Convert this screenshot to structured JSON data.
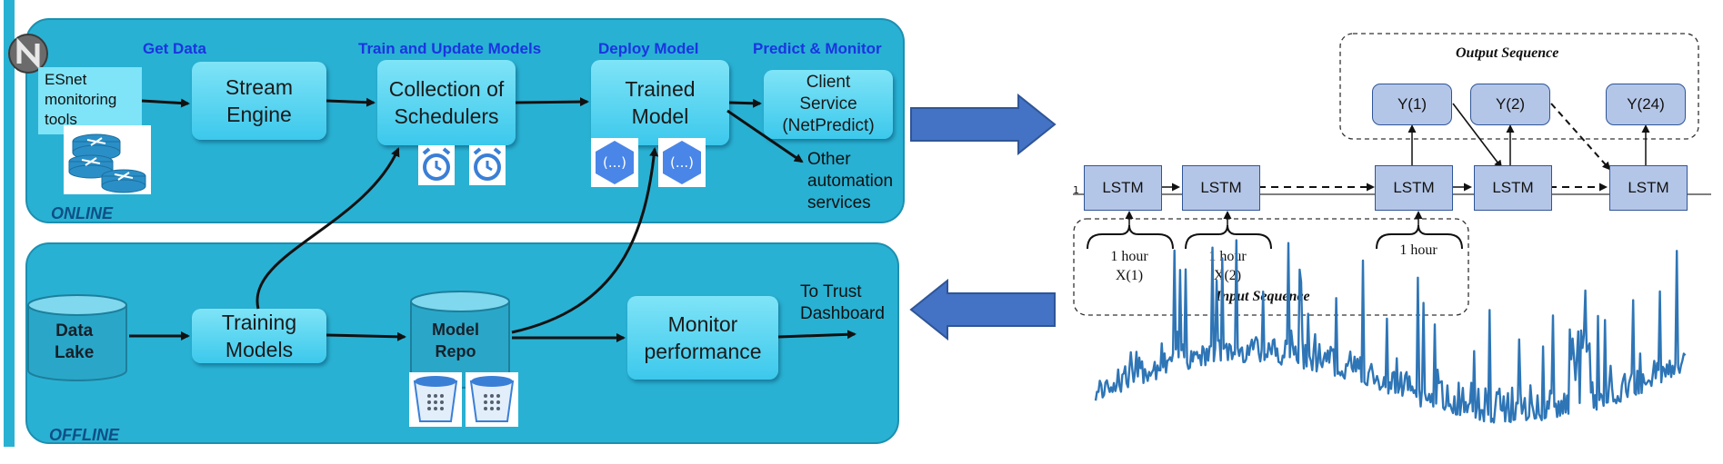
{
  "pipeline": {
    "online_label": "ONLINE",
    "offline_label": "OFFLINE",
    "stages": {
      "get_data": "Get Data",
      "train_update": "Train and Update Models",
      "deploy": "Deploy Model",
      "predict_monitor": "Predict & Monitor"
    },
    "nodes": {
      "esnet": "ESnet\nmonitoring\ntools",
      "stream_engine": "Stream\nEngine",
      "schedulers": "Collection of\nSchedulers",
      "trained_model": "Trained\nModel",
      "client_service": "Client\nService\n(NetPredict)",
      "data_lake": "Data\nLake",
      "training_models": "Training\nModels",
      "model_repo": "Model\nRepo",
      "monitor_performance": "Monitor\nperformance"
    },
    "other_automation": "Other\nautomation\nservices",
    "trust_dashboard": "To Trust\nDashboard",
    "cloud_function_glyph": "(...)"
  },
  "lstm_diagram": {
    "output_sequence_label": "Output Sequence",
    "input_sequence_label": "Input Sequence",
    "outputs": [
      "Y(1)",
      "Y(2)",
      "Y(24)"
    ],
    "cells": [
      "LSTM",
      "LSTM",
      "LSTM",
      "LSTM",
      "LSTM"
    ],
    "inputs": [
      {
        "duration": "1 hour",
        "x": "X(1)"
      },
      {
        "duration": "1 hour",
        "x": "X(2)"
      },
      {
        "duration": "1 hour",
        "x": ""
      }
    ]
  },
  "colors": {
    "panel": "#29b1d3",
    "node": "#5fd6f2",
    "stage_text": "#1a35e0",
    "panel_label": "#0e4f86",
    "lstm_fill": "#b4c6e7",
    "arrow_fill": "#4472c4",
    "series_line": "#2e75b6"
  },
  "icons": [
    "logo-icon",
    "router-icon",
    "alarm-clock-icon",
    "cloud-function-icon",
    "database-bucket-icon",
    "arrow-right-icon",
    "arrow-left-icon"
  ]
}
